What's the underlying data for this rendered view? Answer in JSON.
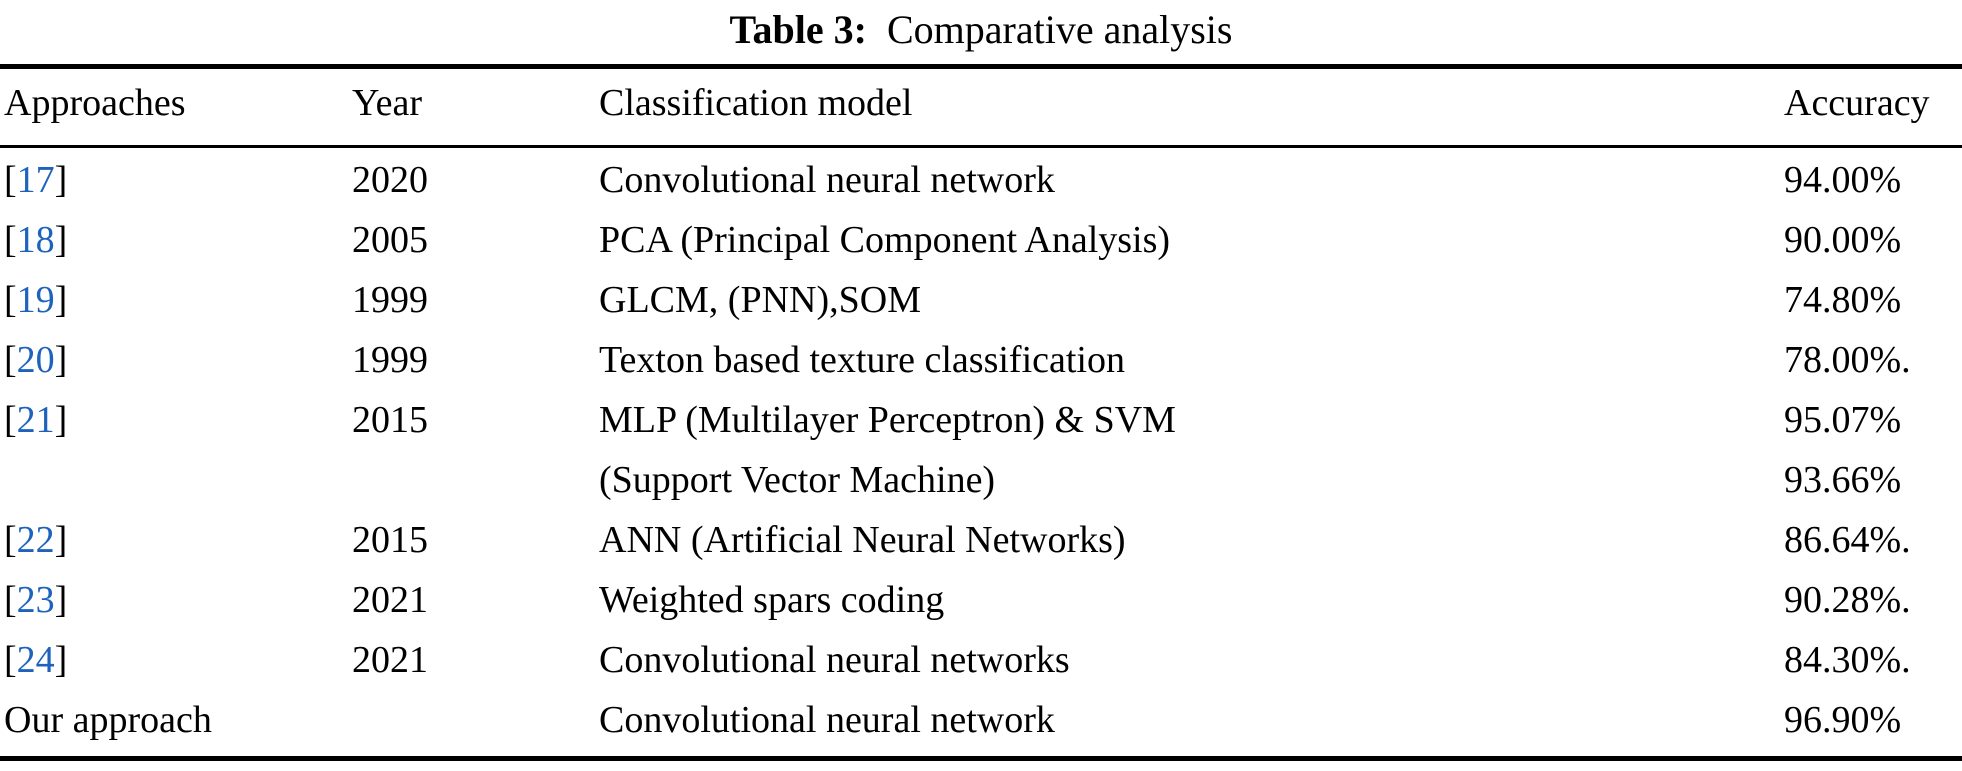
{
  "title": {
    "label": "Table 3:",
    "separator": "  ",
    "text": "Comparative analysis"
  },
  "colors": {
    "citation_blue": "#1d63be",
    "text_black": "#000000",
    "rule_black": "#000000",
    "background": "#ffffff"
  },
  "table": {
    "columns": [
      "Approaches",
      "Year",
      "Classification model",
      "Accuracy"
    ],
    "rows": [
      {
        "approach": {
          "type": "citation",
          "ref": "17"
        },
        "year": "2020",
        "model_lines": [
          "Convolutional neural network"
        ],
        "accuracy_lines": [
          "94.00%"
        ]
      },
      {
        "approach": {
          "type": "citation",
          "ref": "18"
        },
        "year": "2005",
        "model_lines": [
          "PCA (Principal Component Analysis)"
        ],
        "accuracy_lines": [
          "90.00%"
        ]
      },
      {
        "approach": {
          "type": "citation",
          "ref": "19"
        },
        "year": "1999",
        "model_lines": [
          "GLCM, (PNN),SOM"
        ],
        "accuracy_lines": [
          "74.80%"
        ]
      },
      {
        "approach": {
          "type": "citation",
          "ref": "20"
        },
        "year": "1999",
        "model_lines": [
          "Texton based texture classification"
        ],
        "accuracy_lines": [
          "78.00%."
        ]
      },
      {
        "approach": {
          "type": "citation",
          "ref": "21"
        },
        "year": "2015",
        "model_lines": [
          "MLP (Multilayer Perceptron) & SVM",
          "(Support Vector Machine)"
        ],
        "accuracy_lines": [
          "95.07%",
          "93.66%"
        ]
      },
      {
        "approach": {
          "type": "citation",
          "ref": "22"
        },
        "year": "2015",
        "model_lines": [
          "ANN (Artificial Neural Networks)"
        ],
        "accuracy_lines": [
          "86.64%."
        ]
      },
      {
        "approach": {
          "type": "citation",
          "ref": "23"
        },
        "year": "2021",
        "model_lines": [
          "Weighted spars coding"
        ],
        "accuracy_lines": [
          "90.28%."
        ]
      },
      {
        "approach": {
          "type": "citation",
          "ref": "24"
        },
        "year": "2021",
        "model_lines": [
          "Convolutional neural networks"
        ],
        "accuracy_lines": [
          "84.30%."
        ]
      },
      {
        "approach": {
          "type": "text",
          "label": "Our approach"
        },
        "year": "",
        "model_lines": [
          "Convolutional neural network"
        ],
        "accuracy_lines": [
          "96.90%"
        ]
      }
    ]
  }
}
